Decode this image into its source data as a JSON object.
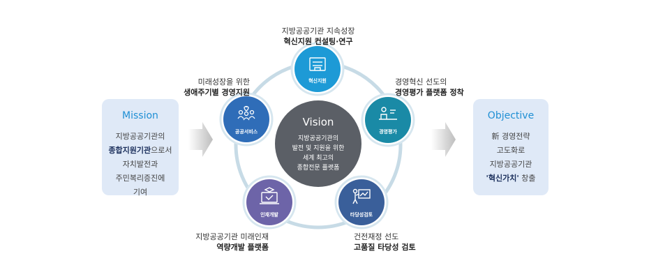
{
  "mission": {
    "title": "Mission",
    "line1": "지방공공기관의",
    "line2_bold": "종합지원기관",
    "line2_rest": "으로서",
    "line3": "자치발전과",
    "line4": "주민복리증진에",
    "line5": "기여"
  },
  "objective": {
    "title": "Objective",
    "line1": "新 경영전략",
    "line2": "고도화로",
    "line3": "지방공공기관",
    "line4_bold": "'혁신가치'",
    "line4_rest": " 창출"
  },
  "vision": {
    "title": "Vision",
    "line1": "지방공공기관의",
    "line2": "발전 및 지원을 위한",
    "line3": "세계 최고의",
    "line4": "종합전문 플랫폼"
  },
  "nodes": [
    {
      "label": "혁신지원",
      "icon": "building-icon",
      "color": "#1d9ad6",
      "caption_line1": "지방공공기관 지속성장",
      "caption_line2": "혁신지원 컨설팅·연구"
    },
    {
      "label": "경영평가",
      "icon": "person-desk-icon",
      "color": "#1a8aa6",
      "caption_line1": "경영혁신 선도의",
      "caption_line2": "경영평가 플랫폼 정착"
    },
    {
      "label": "타당성검토",
      "icon": "presentation-icon",
      "color": "#3a5f9a",
      "caption_line1": "건전재정 선도",
      "caption_line2": "고품질 타당성 검토"
    },
    {
      "label": "인재개발",
      "icon": "graduation-laptop-icon",
      "color": "#6d64a8",
      "caption_line1": "지방공공기관 미래인재",
      "caption_line2": "역량개발 플랫폼"
    },
    {
      "label": "공공서비스",
      "icon": "people-heart-icon",
      "color": "#2f6db8",
      "caption_line1": "미래성장을 위한",
      "caption_line2": "생애주기별 경영지원"
    }
  ],
  "colors": {
    "box_bg": "#dfe9f7",
    "accent": "#1f8fd4",
    "vision_bg": "#5b5f66",
    "ring": "#c7dbe6",
    "arrow": "#c9c9c9"
  }
}
